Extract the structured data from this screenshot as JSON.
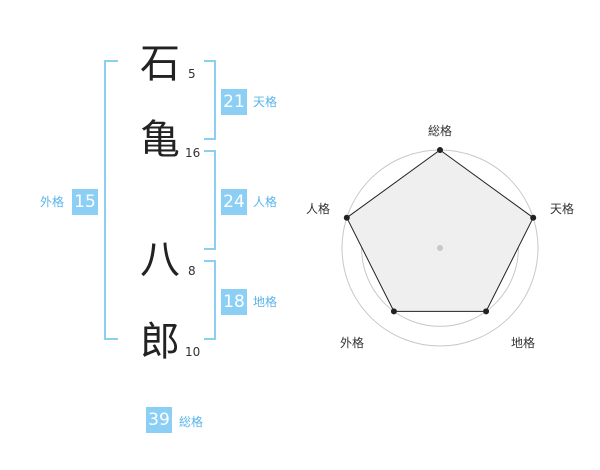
{
  "characters": [
    {
      "char": "石",
      "strokes": "5"
    },
    {
      "char": "亀",
      "strokes": "16"
    },
    {
      "char": "八",
      "strokes": "8"
    },
    {
      "char": "郎",
      "strokes": "10"
    }
  ],
  "fortunes": {
    "tenkaku": {
      "value": "21",
      "label": "天格"
    },
    "jinkaku": {
      "value": "24",
      "label": "人格"
    },
    "chikaku": {
      "value": "18",
      "label": "地格"
    },
    "gaikaku": {
      "value": "15",
      "label": "外格"
    },
    "soukaku": {
      "value": "39",
      "label": "総格"
    }
  },
  "colors": {
    "accent": "#8ccff5",
    "label": "#5ab4ea",
    "radar_fill": "#efefef"
  },
  "chart_data": {
    "type": "radar",
    "axes": [
      "総格",
      "天格",
      "地格",
      "外格",
      "人格"
    ],
    "values": [
      5,
      5,
      4,
      4,
      5
    ],
    "max": 5,
    "rings": 5
  }
}
